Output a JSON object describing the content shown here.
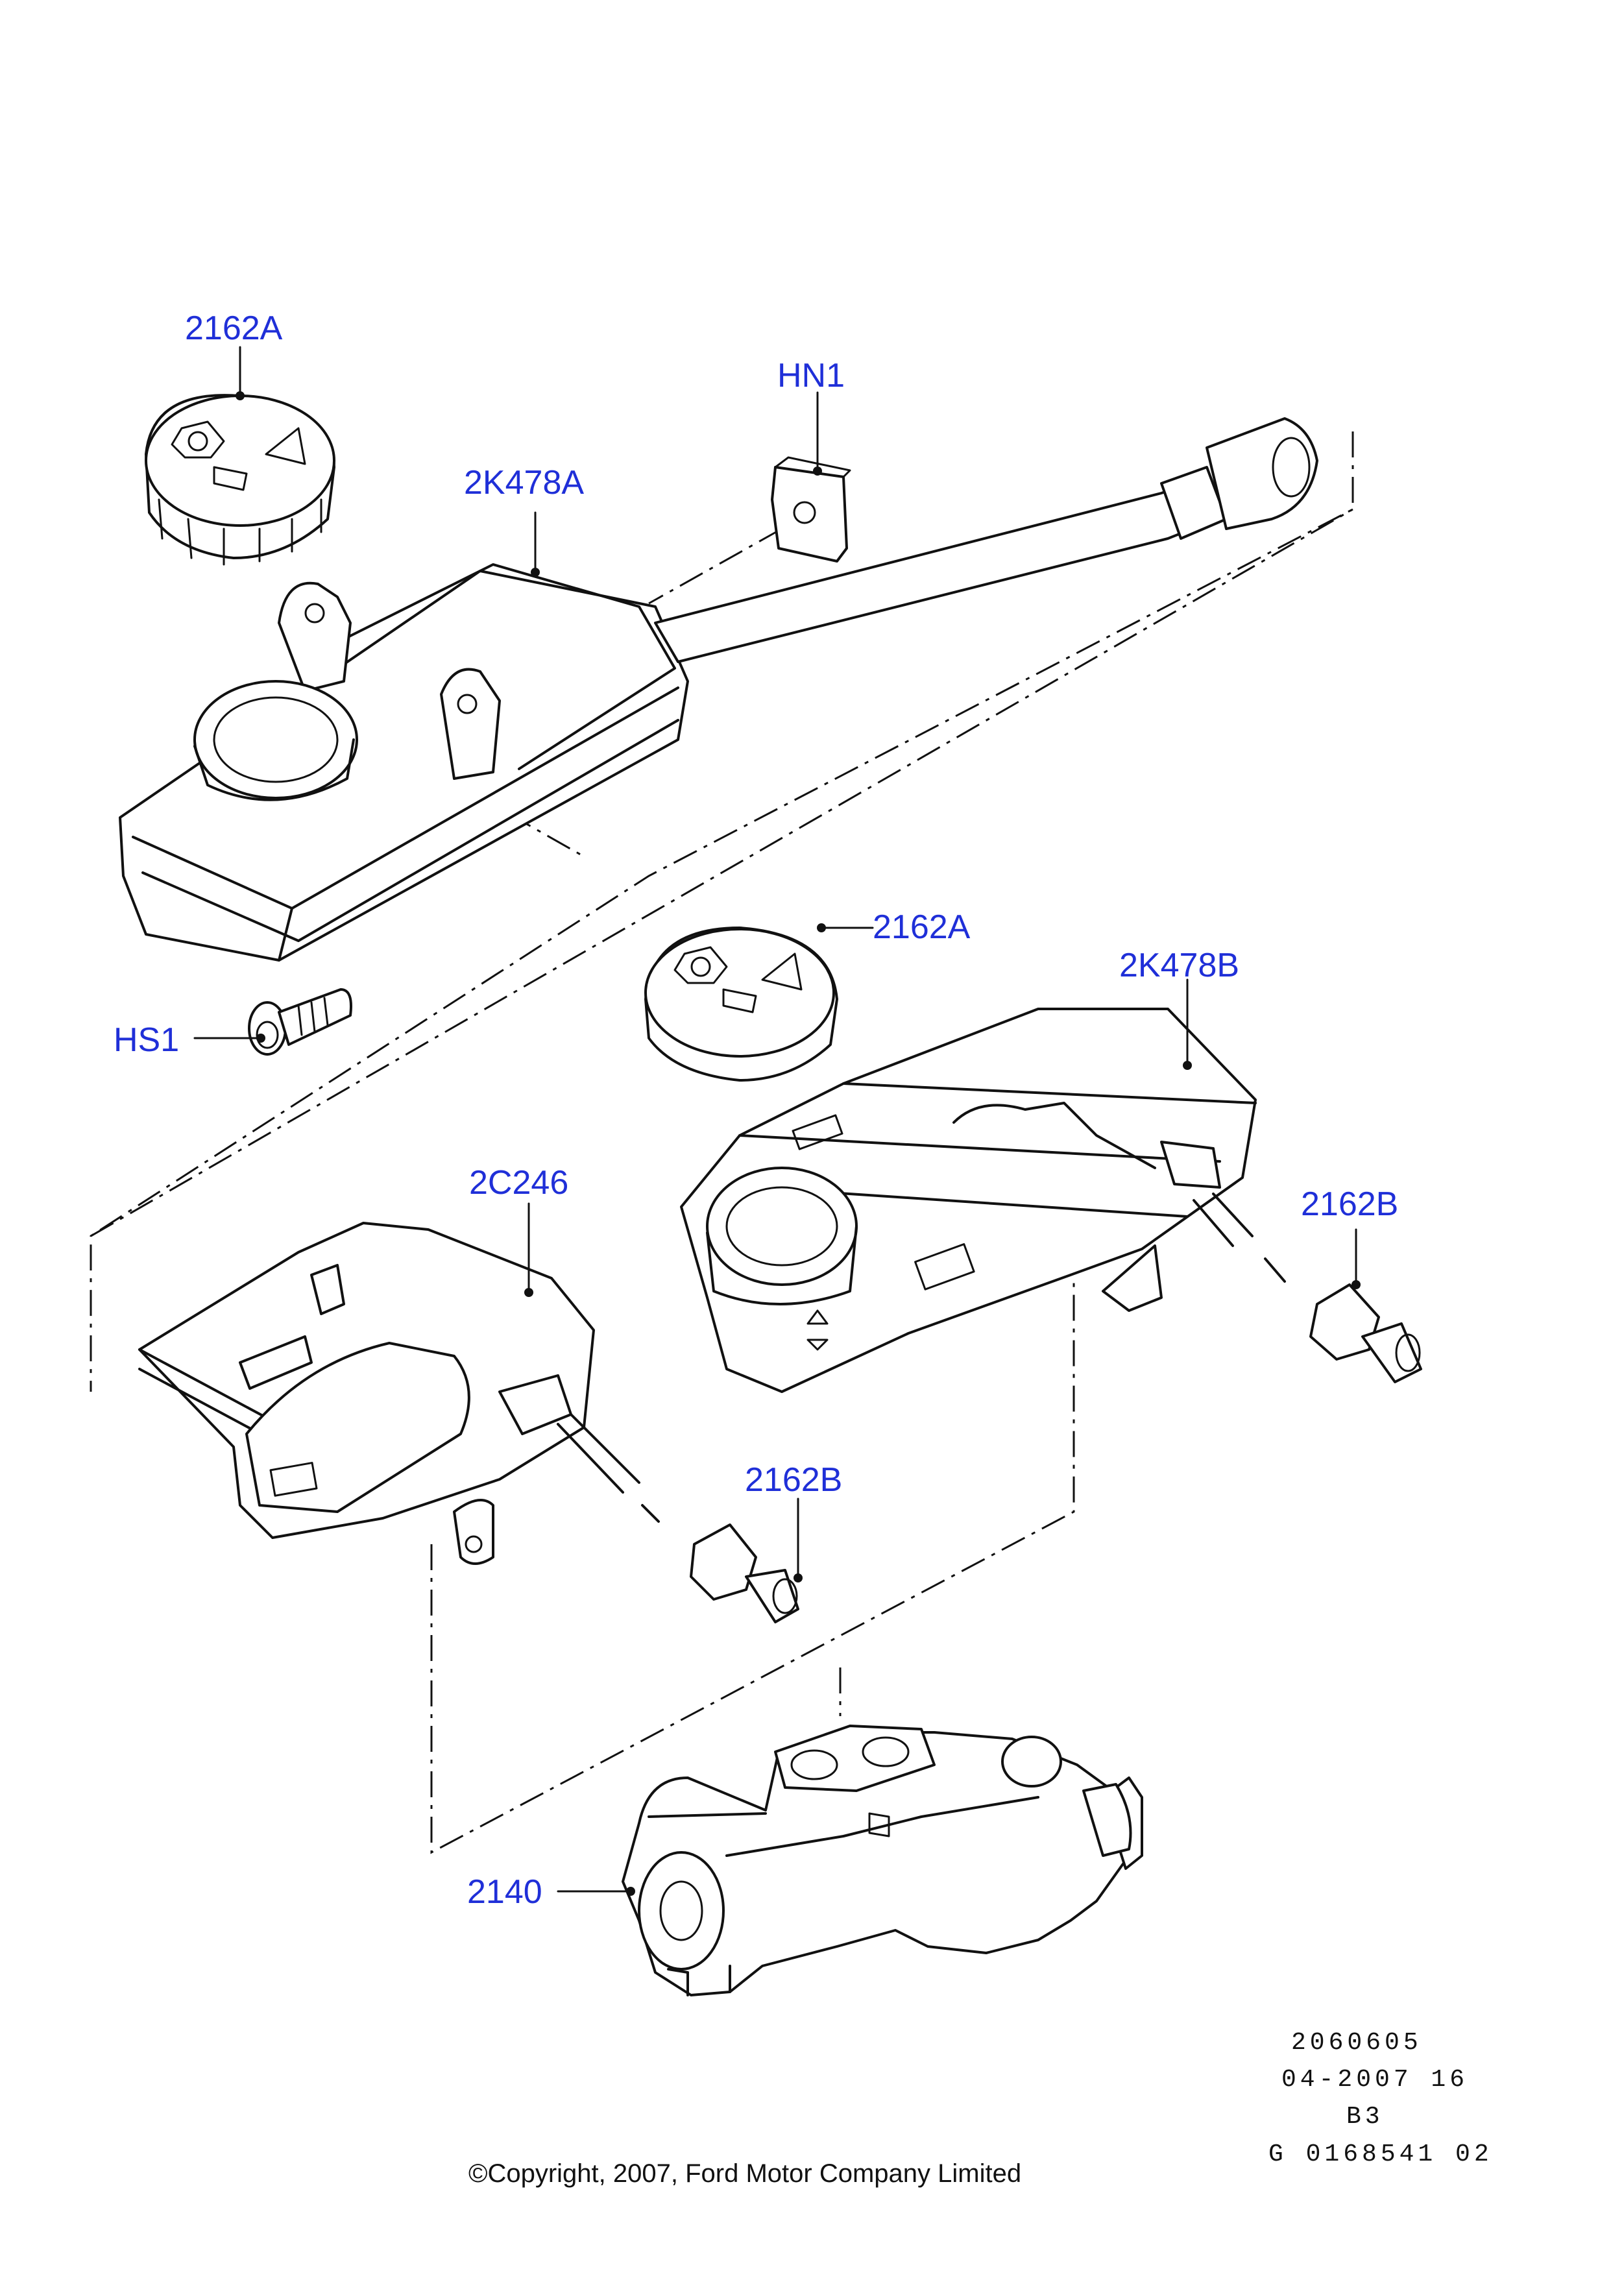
{
  "part_labels": {
    "cap_a_top": "2162A",
    "clip_hn1": "HN1",
    "reservoir_a": "2K478A",
    "cap_a_mid": "2162A",
    "reservoir_b": "2K478B",
    "screw_hs1": "HS1",
    "reservoir_c": "2C246",
    "sensor_b_right": "2162B",
    "sensor_b_mid": "2162B",
    "master_cylinder": "2140"
  },
  "meta": {
    "line1": "2060605",
    "line2": "04-2007 16",
    "line3": "B3",
    "line4": "G 0168541 02"
  },
  "copyright": "©Copyright, 2007, Ford Motor Company Limited",
  "colors": {
    "label": "#1f2fd8",
    "line": "#111111"
  }
}
